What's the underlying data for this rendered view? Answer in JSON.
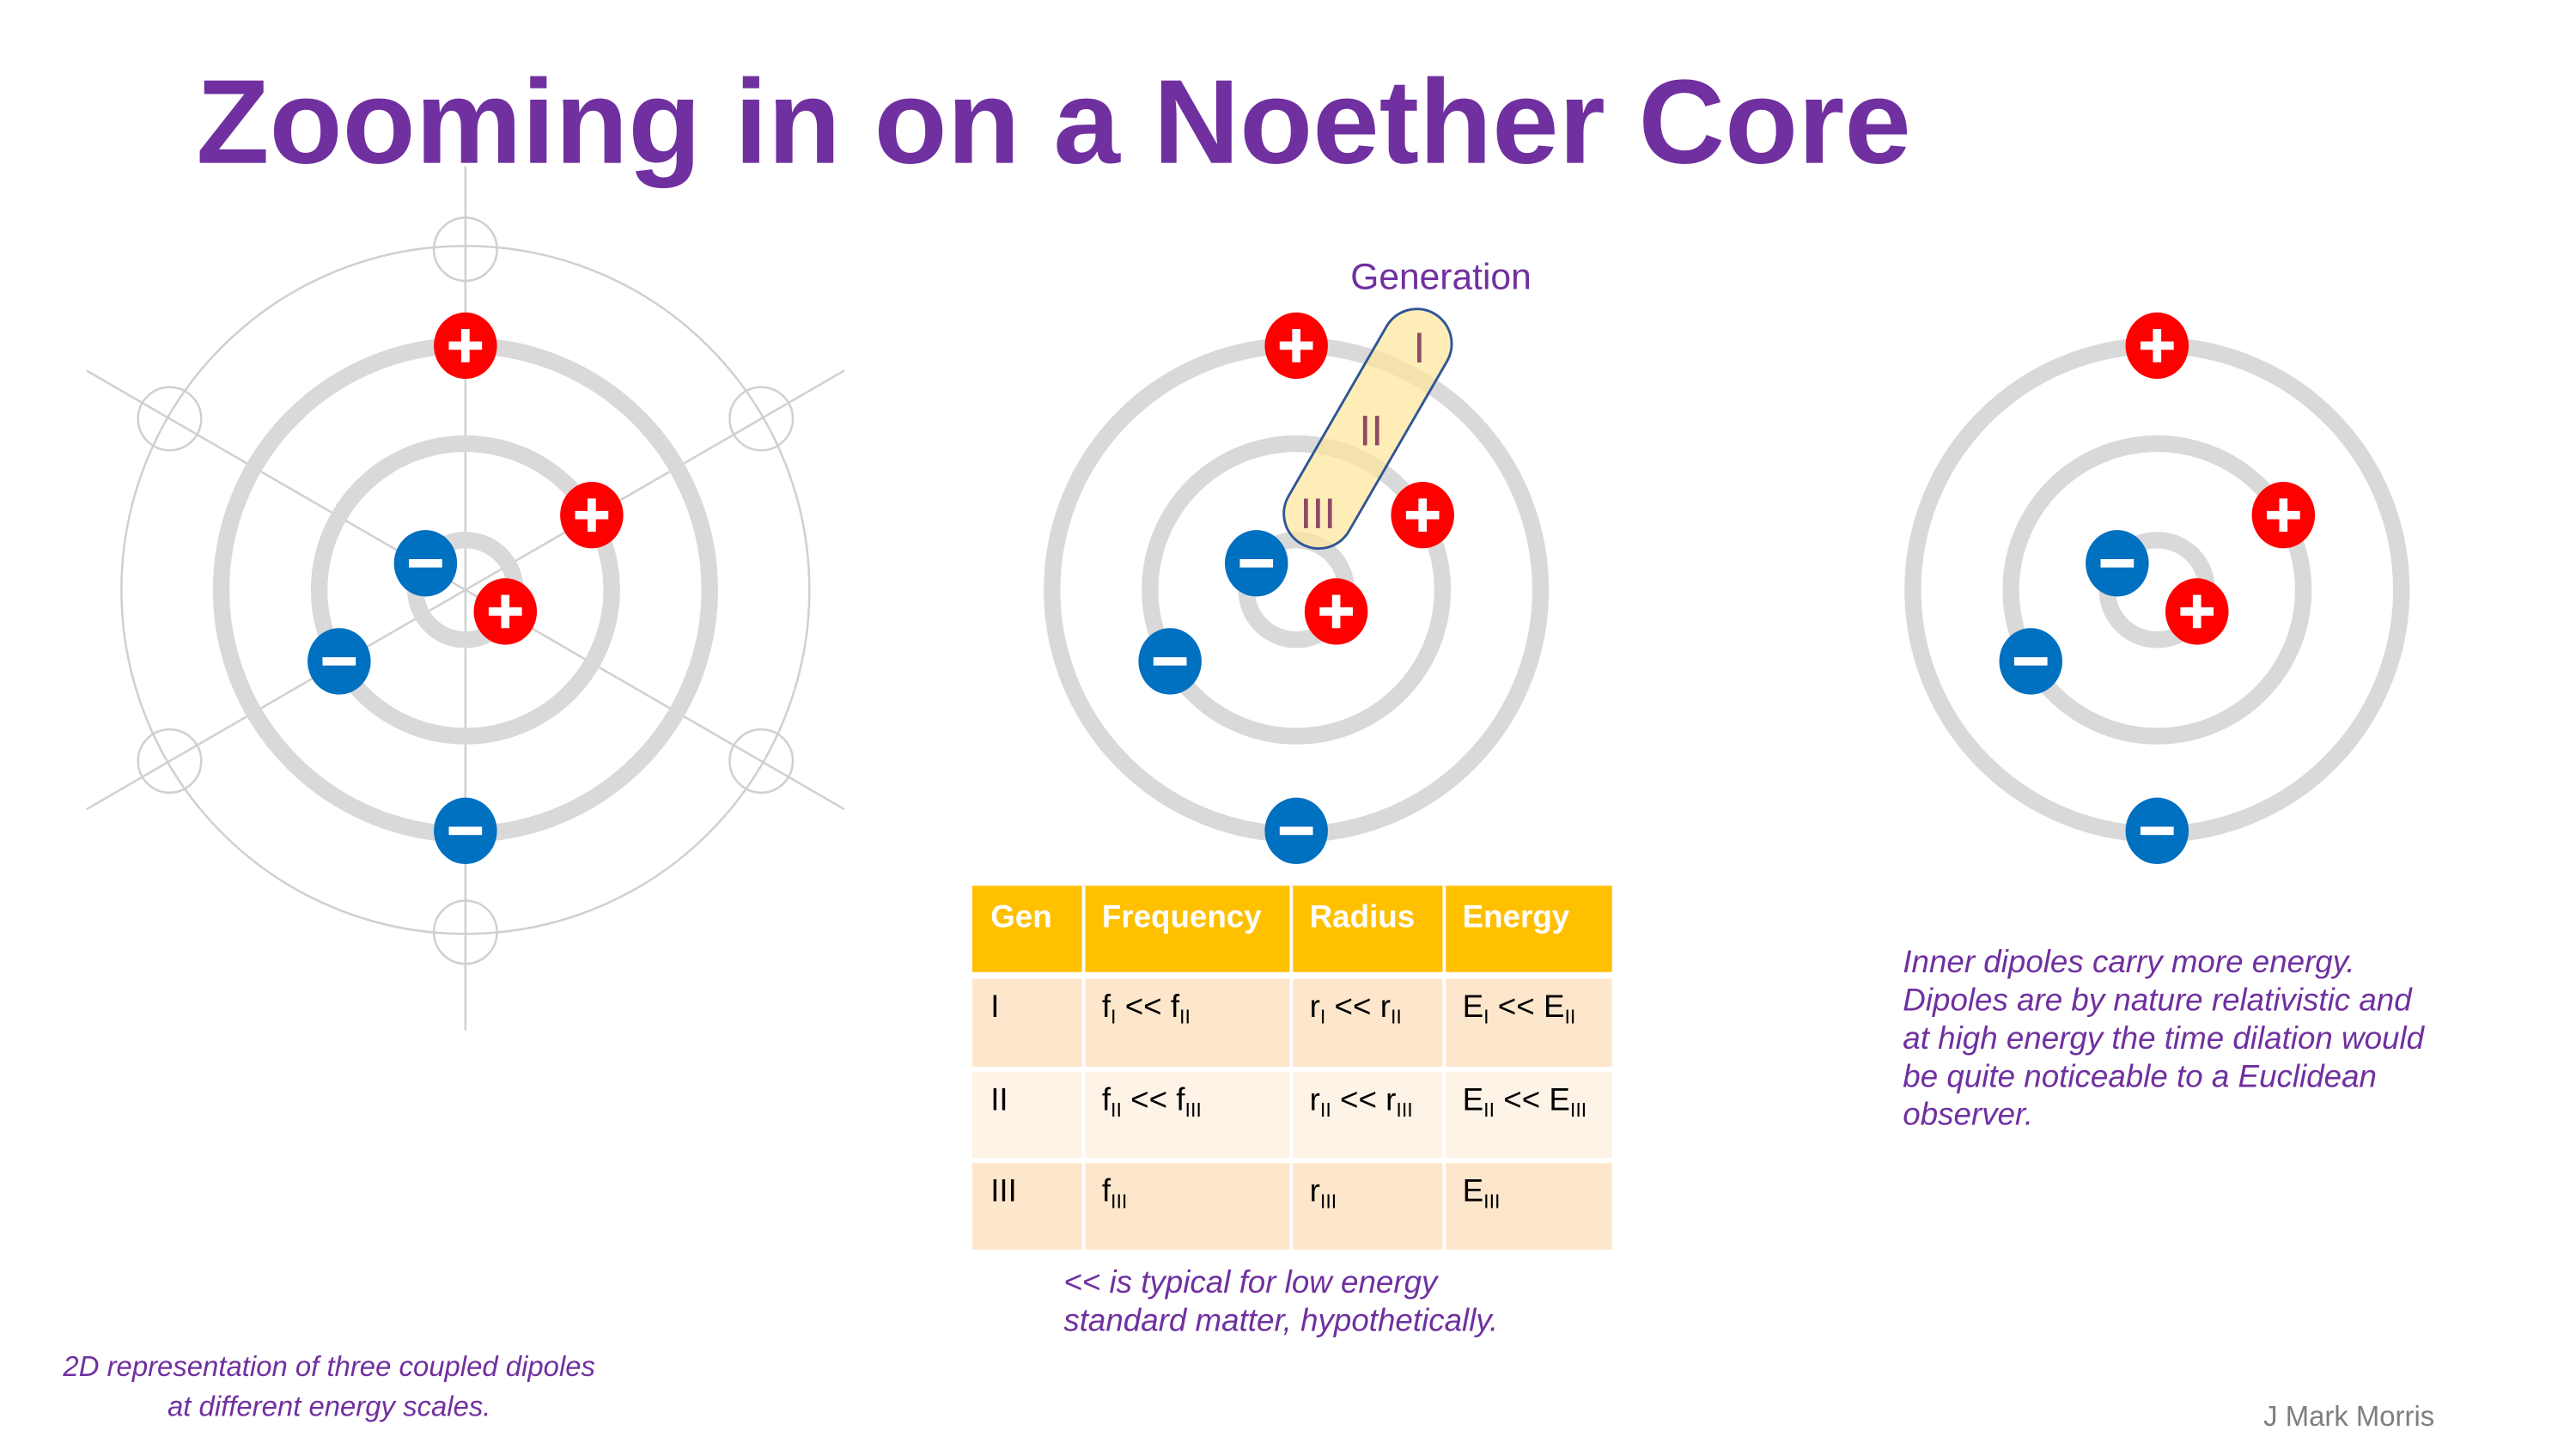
{
  "title": "Zooming in on a Noether Core",
  "generation_label": "Generation",
  "generation_marks": [
    "I",
    "II",
    "III"
  ],
  "colors": {
    "title": "#7030A0",
    "positive": "#FF0000",
    "negative": "#0070C0",
    "ring": "#D9D9D9",
    "table_header": "#FFC000",
    "table_row_odd": "#FDE7CC",
    "table_row_even": "#FEF3E7"
  },
  "diagram_icons": {
    "positive": "plus-charge-icon",
    "negative": "minus-charge-icon"
  },
  "table": {
    "headers": [
      "Gen",
      "Frequency",
      "Radius",
      "Energy"
    ],
    "rows": [
      {
        "gen": "I",
        "freq": {
          "a": "f",
          "as": "I",
          "op": " << ",
          "b": "f",
          "bs": "II"
        },
        "radius": {
          "a": "r",
          "as": "I",
          "op": " << ",
          "b": "r",
          "bs": "II"
        },
        "energy": {
          "a": "E",
          "as": "I",
          "op": " << ",
          "b": "E",
          "bs": "II"
        }
      },
      {
        "gen": "II",
        "freq": {
          "a": "f",
          "as": "II",
          "op": " << ",
          "b": "f",
          "bs": "III"
        },
        "radius": {
          "a": "r",
          "as": "II",
          "op": " << ",
          "b": "r",
          "bs": "III"
        },
        "energy": {
          "a": "E",
          "as": "II",
          "op": " << ",
          "b": "E",
          "bs": "III"
        }
      },
      {
        "gen": "III",
        "freq": {
          "a": "f",
          "as": "III"
        },
        "radius": {
          "a": "r",
          "as": "III"
        },
        "energy": {
          "a": "E",
          "as": "III"
        }
      }
    ]
  },
  "table_note": [
    "<< is typical for low energy",
    "standard matter, hypothetically."
  ],
  "left_caption": [
    "2D representation of three coupled dipoles",
    "at different energy scales."
  ],
  "right_text": [
    "Inner dipoles carry more energy.",
    "Dipoles are by nature relativistic and",
    "at high energy the time dilation would",
    "be quite noticeable to a Euclidean",
    "observer."
  ],
  "author": "J Mark Morris"
}
